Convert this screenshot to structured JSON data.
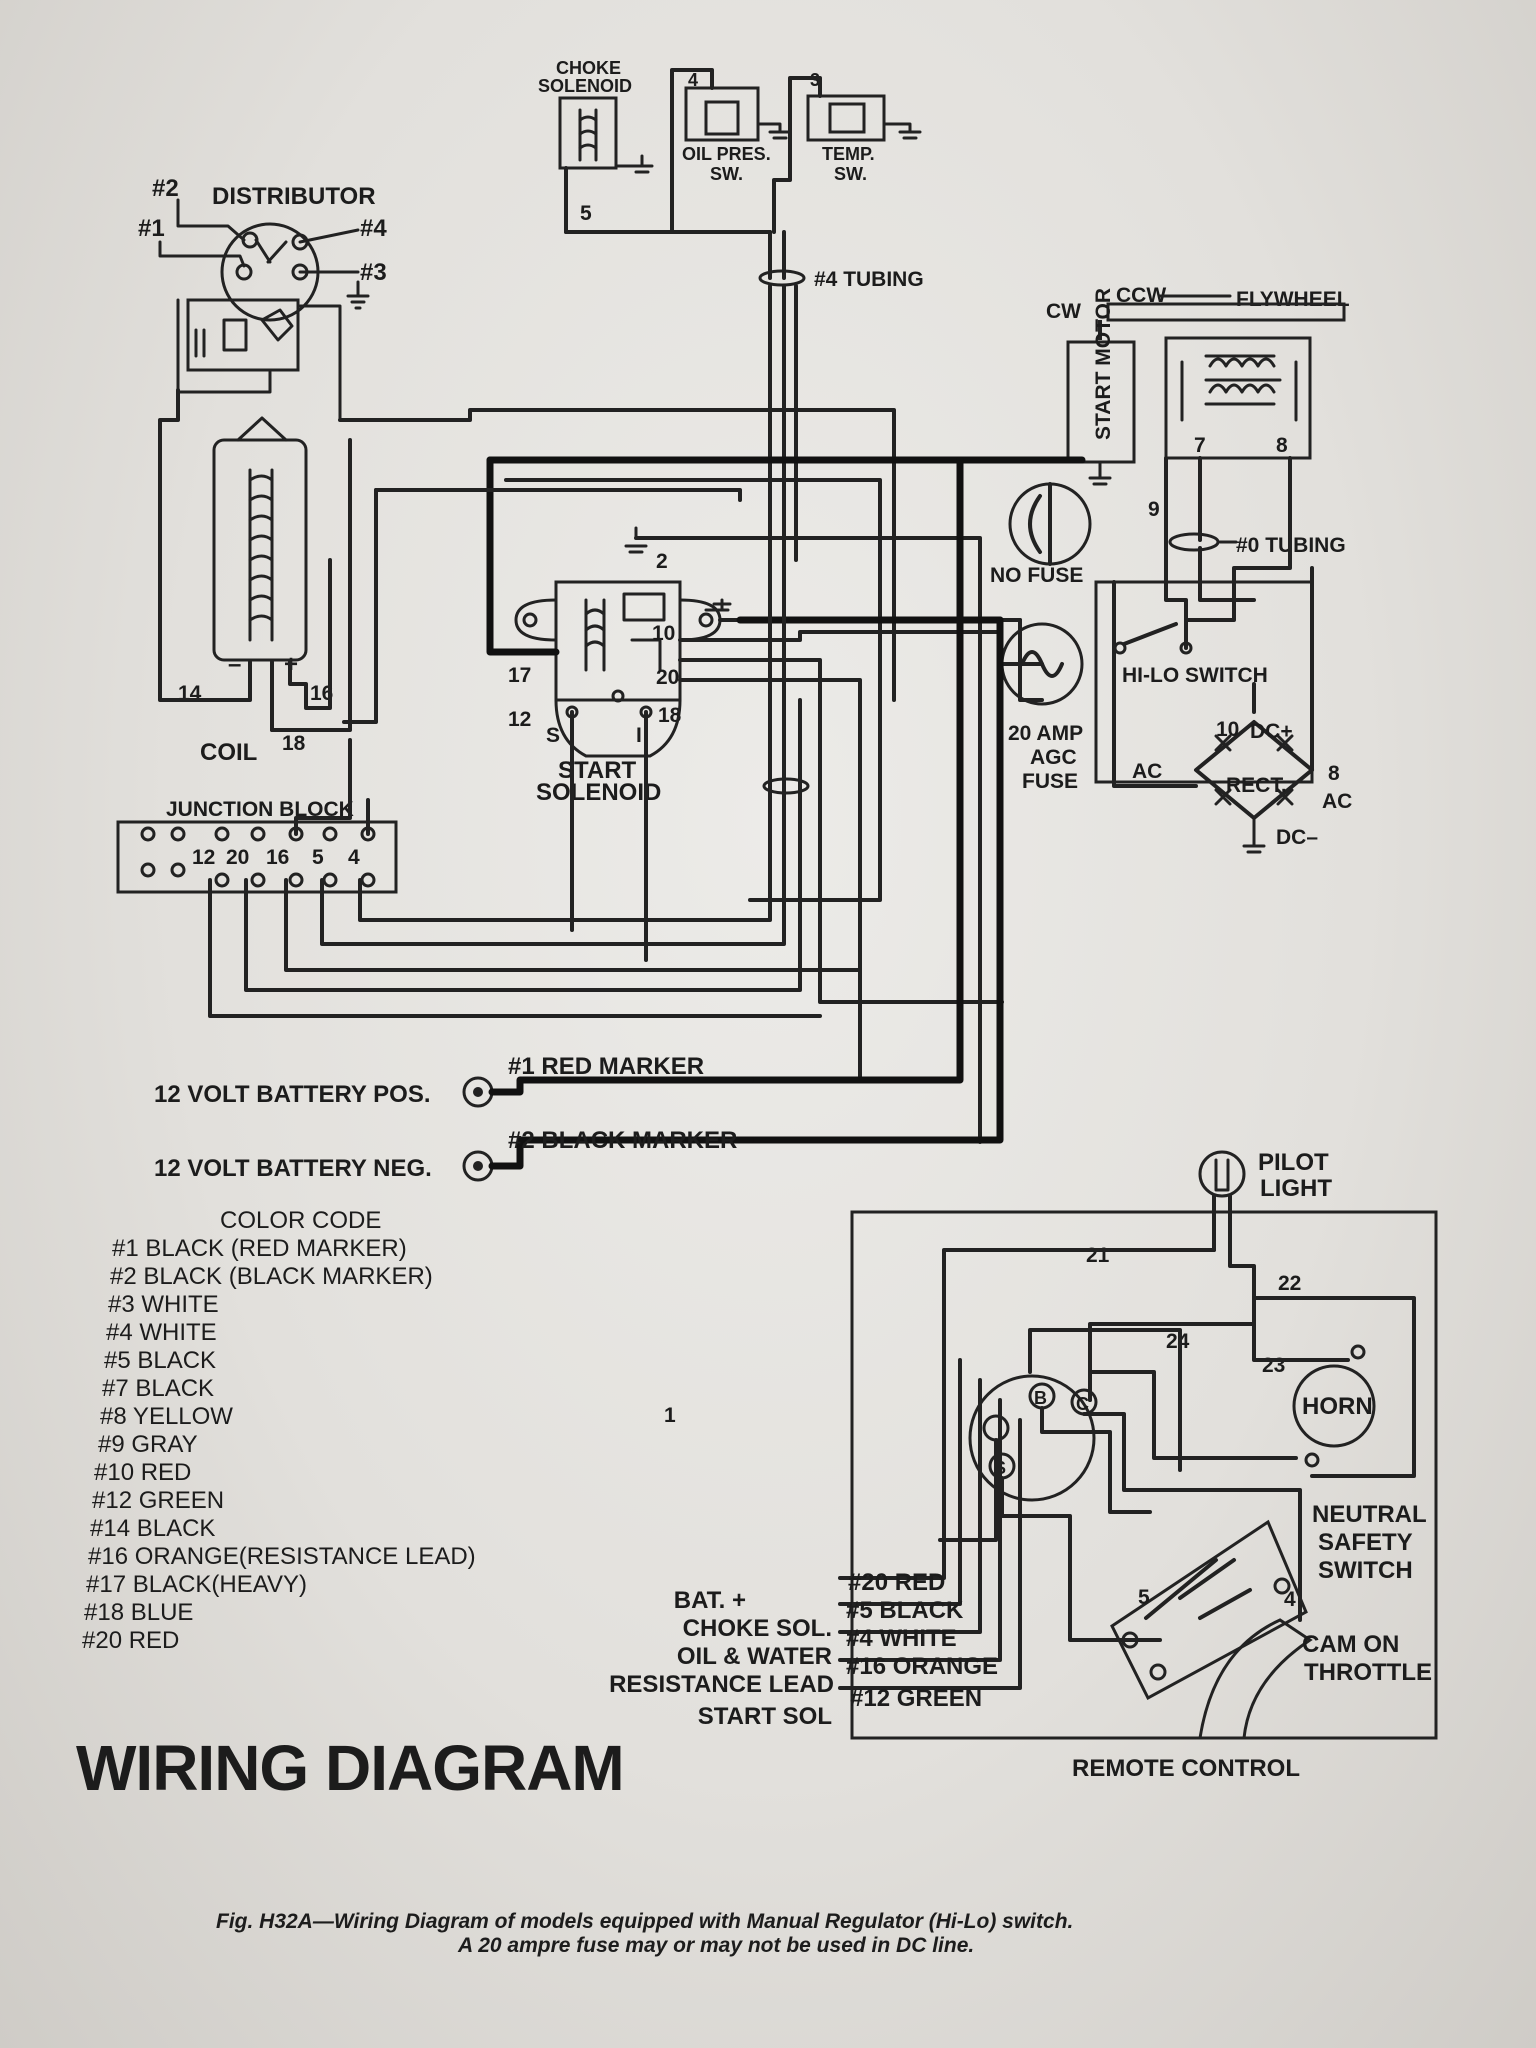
{
  "diagram": {
    "title": "WIRING DIAGRAM",
    "caption_line1": "Fig. H32A—Wiring Diagram of models equipped with Manual Regulator (Hi-Lo) switch.",
    "caption_line2": "A 20 ampre fuse may or may not be used in DC line."
  },
  "components": {
    "distributor": "DISTRIBUTOR",
    "choke_solenoid_1": "CHOKE",
    "choke_solenoid_2": "SOLENOID",
    "oil_pres_sw_1": "OIL PRES.",
    "oil_pres_sw_2": "SW.",
    "temp_sw_1": "TEMP.",
    "temp_sw_2": "SW.",
    "tubing_4": "#4 TUBING",
    "tubing_0": "#0 TUBING",
    "ccw": "CCW",
    "cw": "CW",
    "flywheel": "FLYWHEEL",
    "start_motor": "START MOTOR",
    "no_fuse": "NO FUSE",
    "hi_lo_switch": "HI-LO SWITCH",
    "fuse_1": "20 AMP",
    "fuse_2": "AGC",
    "fuse_3": "FUSE",
    "rect": "RECT.",
    "ac_left": "AC",
    "ac_right": "AC",
    "dc_plus": "DC+",
    "dc_minus": "DC–",
    "coil": "COIL",
    "start_solenoid_1": "START",
    "start_solenoid_2": "SOLENOID",
    "junction_block": "JUNCTION BLOCK",
    "battery_pos": "12 VOLT BATTERY POS.",
    "battery_neg": "12 VOLT BATTERY NEG.",
    "red_marker": "#1 RED MARKER",
    "black_marker": "#2 BLACK MARKER",
    "pilot_light_1": "PILOT",
    "pilot_light_2": "LIGHT",
    "horn": "HORN",
    "neutral_1": "NEUTRAL",
    "neutral_2": "SAFETY",
    "neutral_3": "SWITCH",
    "cam_1": "CAM ON",
    "cam_2": "THROTTLE",
    "remote_control": "REMOTE CONTROL"
  },
  "wire_numbers": {
    "d2": "#2",
    "d1": "#1",
    "d4": "#4",
    "d3": "#3",
    "c14": "14",
    "c16": "16",
    "c18": "18",
    "choke5": "5",
    "oil4": "4",
    "temp3": "3",
    "m7": "7",
    "m8": "8",
    "m9": "9",
    "g2": "2",
    "s17": "17",
    "s10": "10",
    "s20": "20",
    "s12": "12",
    "s18": "18",
    "sS": "S",
    "sI": "I",
    "r10": "10",
    "r8": "8",
    "jb12": "12",
    "jb20": "20",
    "jb16": "16",
    "jb5": "5",
    "jb4": "4",
    "p21": "21",
    "p22": "22",
    "p24": "24",
    "p23": "23",
    "tB": "B",
    "tC": "C",
    "tS": "S",
    "sw5": "5",
    "sw4": "4",
    "stray": "1"
  },
  "color_code": {
    "title": "COLOR CODE",
    "entries": [
      "#1 BLACK (RED MARKER)",
      "#2 BLACK (BLACK MARKER)",
      "#3 WHITE",
      "#4 WHITE",
      "#5 BLACK",
      "#7 BLACK",
      "#8 YELLOW",
      "#9 GRAY",
      "#10 RED",
      "#12 GREEN",
      "#14 BLACK",
      "#16 ORANGE(RESISTANCE LEAD)",
      "#17 BLACK(HEAVY)",
      "#18 BLUE",
      "#20 RED"
    ]
  },
  "remote_leads": [
    {
      "label": "BAT. +",
      "wire": "#20 RED"
    },
    {
      "label": "CHOKE SOL.",
      "wire": "#5 BLACK"
    },
    {
      "label": "OIL & WATER",
      "wire": "#4 WHITE"
    },
    {
      "label": "RESISTANCE LEAD",
      "wire": "#16 ORANGE"
    },
    {
      "label": "START SOL",
      "wire": "#12 GREEN"
    }
  ]
}
